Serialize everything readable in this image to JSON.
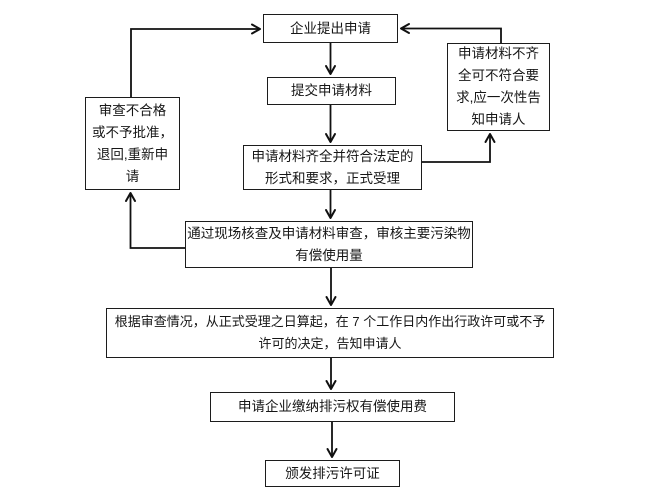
{
  "diagram": {
    "type": "flowchart",
    "language": "zh-CN",
    "colors": {
      "background": "#ffffff",
      "box_border": "#1c1c1c",
      "text": "#161616",
      "arrow": "#111111"
    },
    "boxes": {
      "apply": {
        "label": "企业提出申请"
      },
      "submit": {
        "label": "提交申请材料"
      },
      "accept": {
        "lines": [
          "申请材料齐全并符合法定的",
          "形式和要求，正式受理"
        ]
      },
      "review": {
        "lines": [
          "通过现场核查及申请材料审查，审核主要污染物",
          "有偿使用量"
        ]
      },
      "decision": {
        "lines": [
          "根据审查情况，从正式受理之日算起，在 7 个工作日内作出行政许可或不予",
          "许可的决定，告知申请人"
        ]
      },
      "pay": {
        "label": "申请企业缴纳排污权有偿使用费"
      },
      "issue": {
        "label": "颁发排污许可证"
      },
      "reject": {
        "lines": [
          "审查不合格",
          "或不予批准，",
          "退回,重新申",
          "请"
        ]
      },
      "incomplete": {
        "lines": [
          "申请材料不齐",
          "全可不符合要",
          "求,应一次性告",
          "知申请人"
        ]
      }
    },
    "edges": [
      {
        "from": "apply",
        "to": "submit"
      },
      {
        "from": "submit",
        "to": "accept"
      },
      {
        "from": "accept",
        "to": "review"
      },
      {
        "from": "review",
        "to": "decision"
      },
      {
        "from": "decision",
        "to": "pay"
      },
      {
        "from": "pay",
        "to": "issue"
      },
      {
        "from": "accept",
        "to": "incomplete"
      },
      {
        "from": "incomplete",
        "to": "apply"
      },
      {
        "from": "review",
        "to": "reject"
      },
      {
        "from": "reject",
        "to": "apply"
      }
    ]
  }
}
